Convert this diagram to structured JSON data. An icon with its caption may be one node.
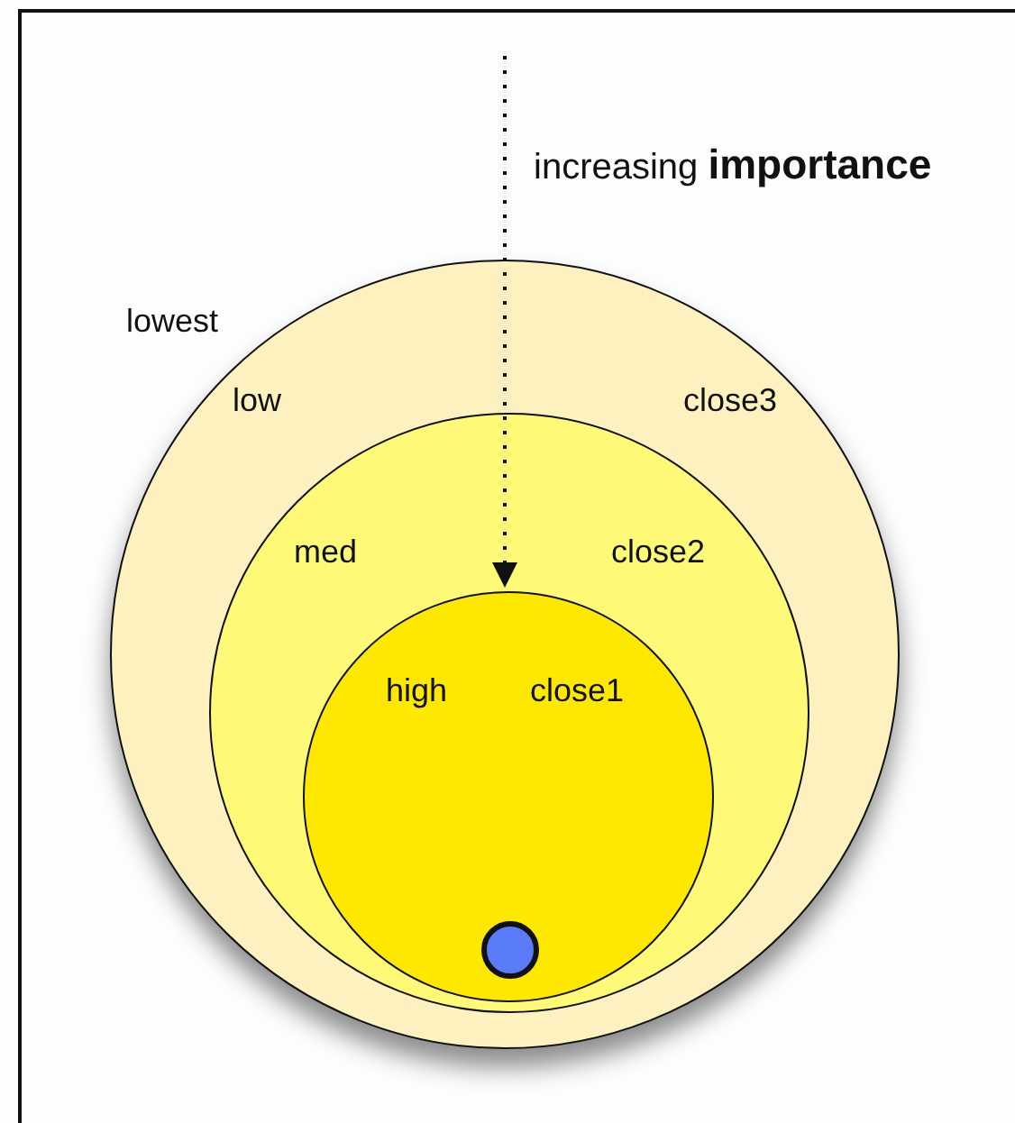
{
  "diagram": {
    "nodes": [
      {
        "text": [
          "low",
          "close3"
        ]
      },
      {
        "text": [
          "med",
          "close2"
        ],
        "in": 0
      },
      {
        "text": [
          "high",
          "close1"
        ],
        "in": 1
      },
      {
        "text": [],
        "shape": "circle",
        "in": 2
      }
    ],
    "edges": [
      {
        "from": null,
        "to": 2,
        "arrow": "to",
        "style": "dashed"
      }
    ],
    "labels": [
      "lowest",
      "increasing **importance**"
    ]
  }
}
